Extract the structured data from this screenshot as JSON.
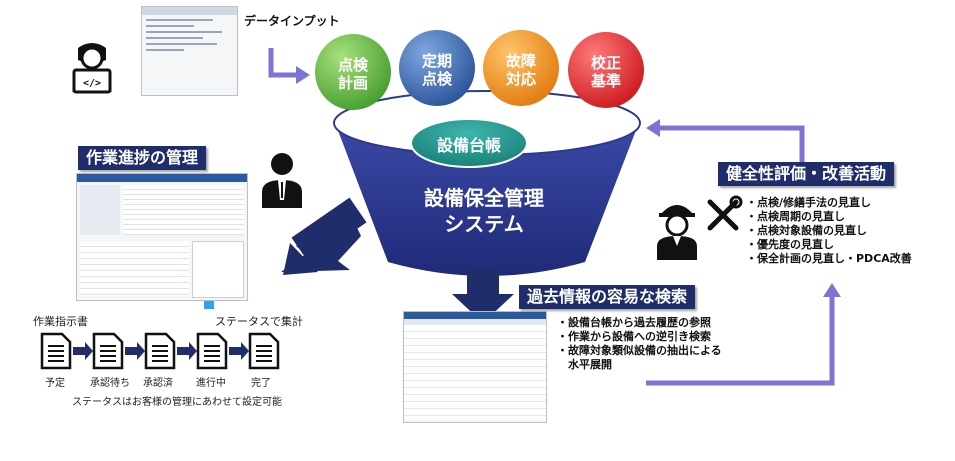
{
  "data_input_label": "データインプット",
  "balls": [
    {
      "line1": "点検",
      "line2": "計画",
      "color": "#55b13a"
    },
    {
      "line1": "定期",
      "line2": "点検",
      "color": "#2f5fa8"
    },
    {
      "line1": "故障",
      "line2": "対応",
      "color": "#f08a12"
    },
    {
      "line1": "校正",
      "line2": "基準",
      "color": "#e31d24"
    }
  ],
  "ledger_label": "設備台帳",
  "system_line1": "設備保全管理",
  "system_line2": "システム",
  "progress": {
    "title": "作業進捗の管理",
    "work_order_label": "作業指示書",
    "status_count_label": "ステータスで集計",
    "steps": [
      "予定",
      "承認待ち",
      "承認済",
      "進行中",
      "完了"
    ],
    "note": "ステータスはお客様の管理にあわせて設定可能"
  },
  "search": {
    "title": "過去情報の容易な検索",
    "bullets": [
      "・設備台帳から過去履歴の参照",
      "・作業から設備への逆引き検索",
      "・故障対象類似設備の抽出による",
      "　水平展開"
    ]
  },
  "improve": {
    "title": "健全性評価・改善活動",
    "bullets": [
      "・点検/修繕手法の見直し",
      "・点検周期の見直し",
      "・点検対象設備の見直し",
      "・優先度の見直し",
      "・保全計画の見直し・PDCA改善"
    ]
  },
  "colors": {
    "navy": "#1f2d6b",
    "funnel": "#2d3a8c",
    "ledger": "#1e8b84",
    "flow_arrow": "#7b76d6"
  },
  "icons": [
    "developer-icon",
    "businessman-icon",
    "worker-icon",
    "tools-icon",
    "document-icon"
  ]
}
